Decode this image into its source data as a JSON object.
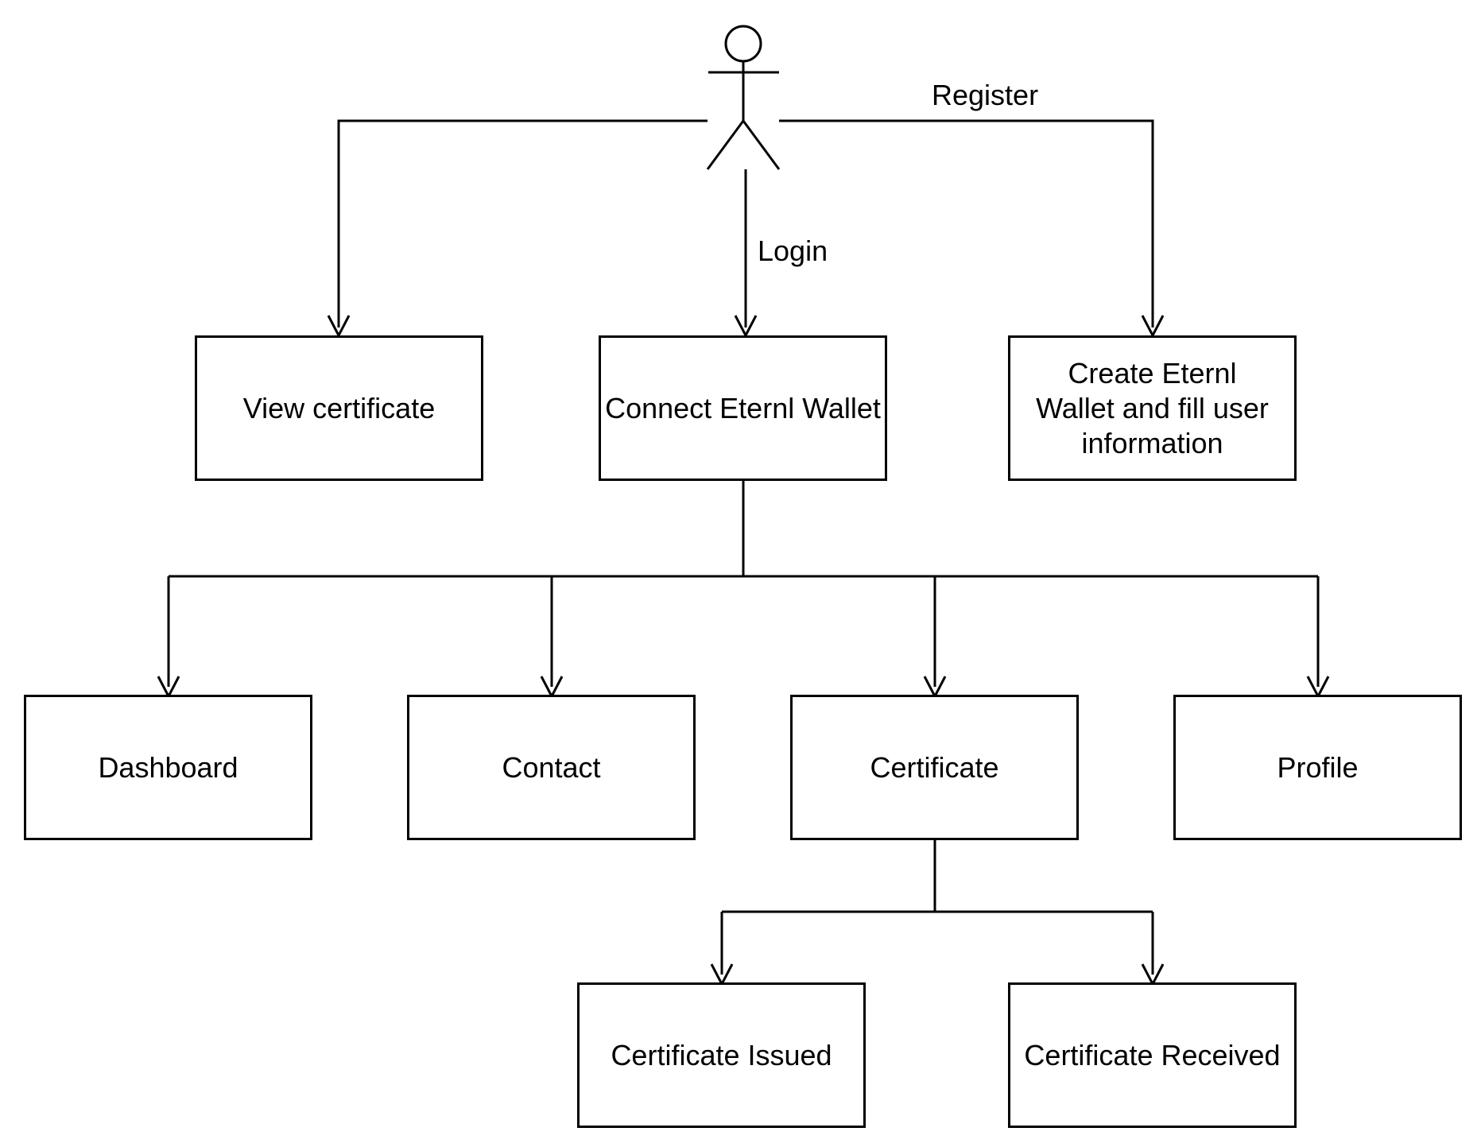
{
  "nodes": {
    "view_certificate": "View certificate",
    "connect_wallet": "Connect Eternl Wallet",
    "create_wallet": "Create Eternl Wallet and fill user information",
    "dashboard": "Dashboard",
    "contact": "Contact",
    "certificate": "Certificate",
    "profile": "Profile",
    "certificate_issued": "Certificate Issued",
    "certificate_received": "Certificate Received"
  },
  "edges": {
    "register": "Register",
    "login": "Login"
  }
}
